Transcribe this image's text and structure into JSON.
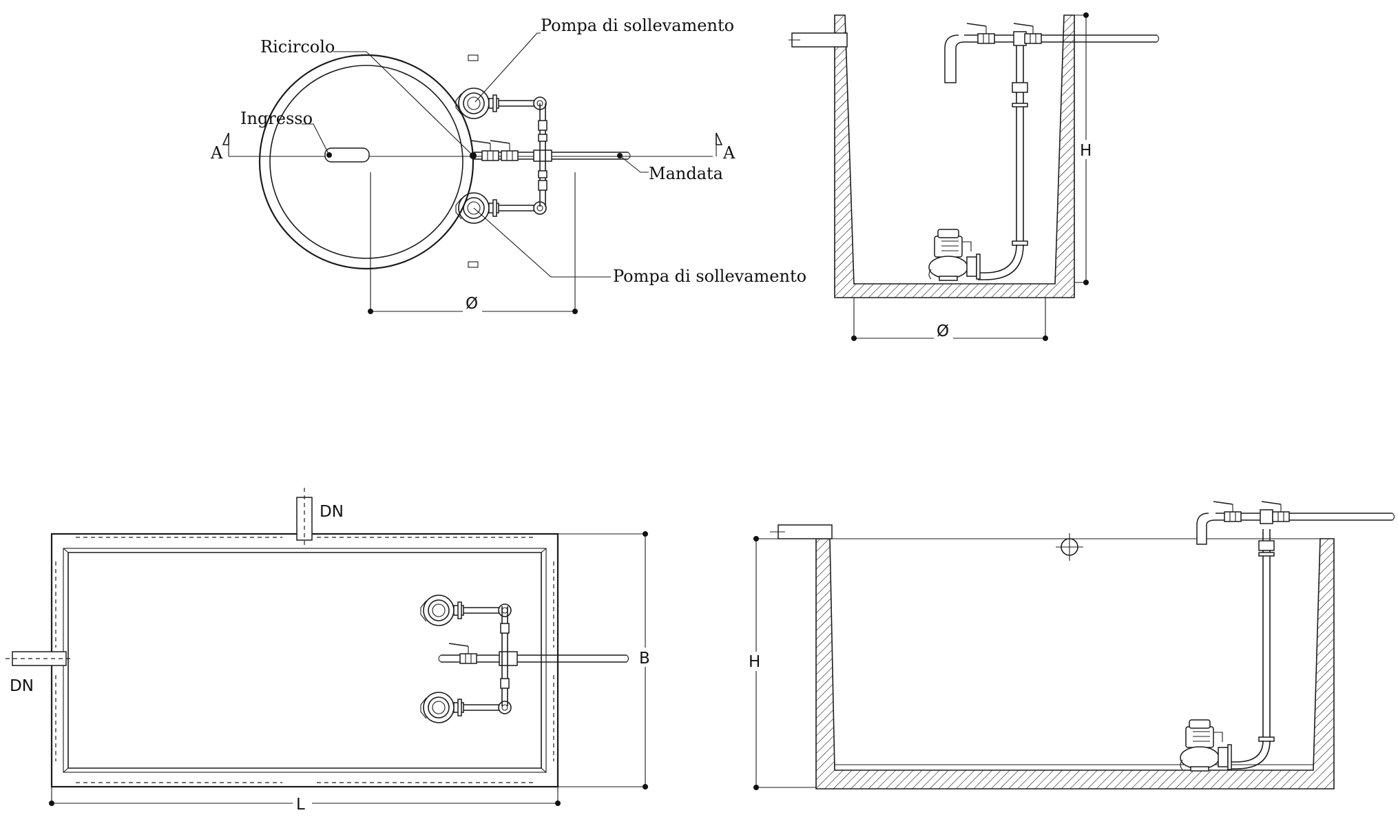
{
  "labels": {
    "ricircolo": "Ricircolo",
    "pompa_top": "Pompa di sollevamento",
    "pompa_bottom": "Pompa di sollevamento",
    "ingresso": "Ingresso",
    "mandata": "Mandata",
    "section_left": "A",
    "section_right": "A"
  },
  "dimensions": {
    "diameter_plan": "Ø",
    "diameter_section": "Ø",
    "height_section": "H",
    "dn_top": "DN",
    "dn_left": "DN",
    "width_rect": "B",
    "length_rect": "L",
    "height_rect": "H"
  },
  "colors": {
    "line": "#1a1a1a",
    "background": "#ffffff"
  }
}
